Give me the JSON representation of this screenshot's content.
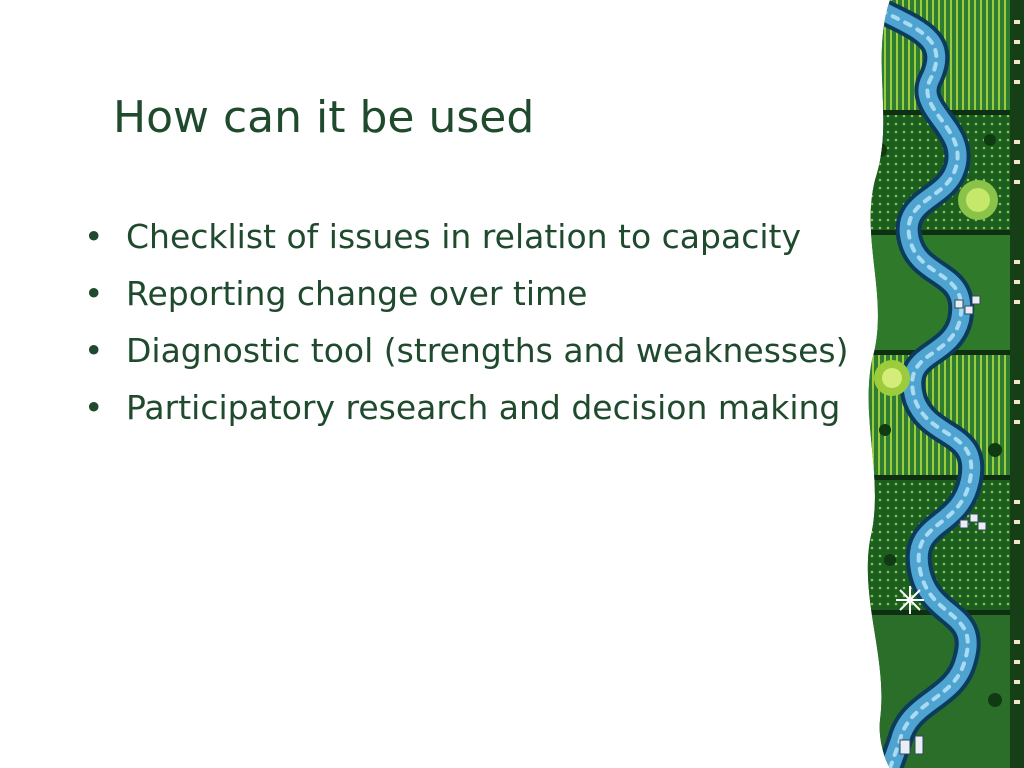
{
  "slide": {
    "title": "How can it be used",
    "bullet_symbol": "•",
    "bullets": [
      "Checklist of issues in relation to capacity",
      "Reporting change over time",
      "Diagnostic tool (strengths and weaknesses)",
      "Participatory research and decision making"
    ]
  },
  "decoration": {
    "name": "painted-landscape-artwork",
    "colors": {
      "green": "#2e7d32",
      "dark_green": "#1b4d1e",
      "river_blue": "#4fa3d1",
      "light_green": "#9ccc3c",
      "text": "#1f4a2d"
    }
  }
}
